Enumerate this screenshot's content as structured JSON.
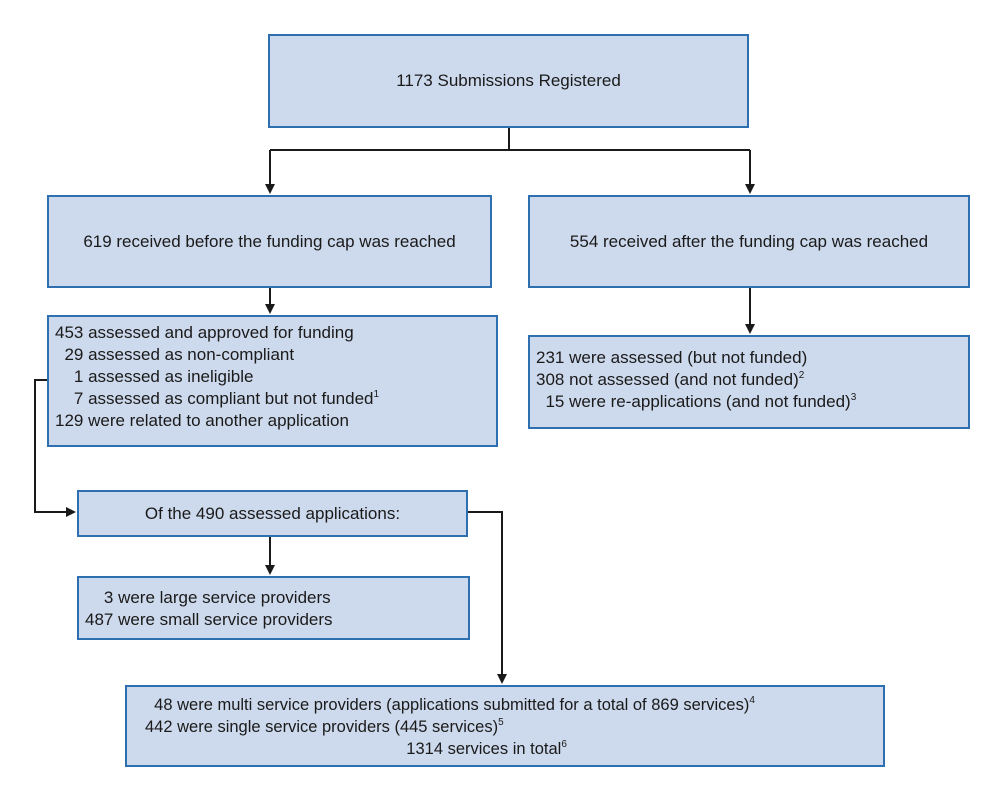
{
  "boxes": {
    "total": "1173 Submissions Registered",
    "before_cap": "619 received before the funding cap was reached",
    "after_cap": "554 received after the funding cap was reached",
    "before_outcomes": [
      {
        "text": "453 assessed and approved for funding",
        "sup": ""
      },
      {
        "text": "  29 assessed as non-compliant",
        "sup": ""
      },
      {
        "text": "    1 assessed as ineligible",
        "sup": ""
      },
      {
        "text": "    7 assessed as compliant but not funded",
        "sup": "1"
      },
      {
        "text": "129 were related to another application",
        "sup": ""
      }
    ],
    "after_outcomes": [
      {
        "text": "231 were assessed (but not funded)",
        "sup": ""
      },
      {
        "text": "308 not assessed (and not funded)",
        "sup": "2"
      },
      {
        "text": "  15 were re-applications (and not funded)",
        "sup": "3"
      }
    ],
    "assessed": "Of the 490 assessed applications:",
    "provider_size": [
      {
        "text": "    3 were large service providers",
        "sup": ""
      },
      {
        "text": "487 were small service providers",
        "sup": ""
      }
    ],
    "provider_type": [
      {
        "text": "  48 were multi service providers (applications submitted for a total of 869 services)",
        "sup": "4"
      },
      {
        "text": "442 were single service providers (445 services)",
        "sup": "5"
      },
      {
        "text": "                                                         1314 services in total",
        "sup": "6"
      }
    ]
  }
}
